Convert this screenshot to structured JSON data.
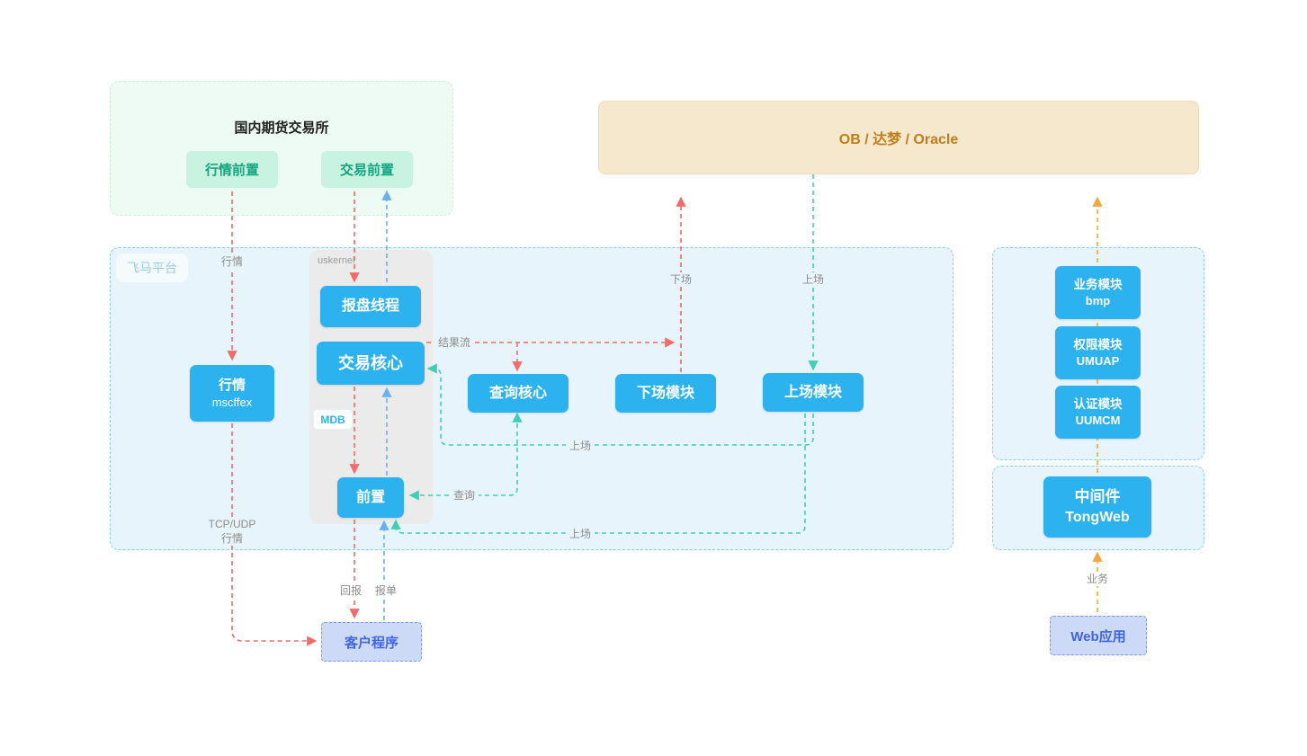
{
  "colors": {
    "node_blue": "#2db2f0",
    "arrow_red": "#f26b6b",
    "arrow_blue": "#68b2f3",
    "arrow_teal": "#3ed0b5",
    "arrow_orange": "#f5a83a",
    "db_text": "#bf7e1c",
    "green_btn_text": "#12a57e",
    "client_text": "#3f66e0"
  },
  "exchange_panel": {
    "title": "国内期货交易所",
    "market_front": "行情前置",
    "trade_front": "交易前置"
  },
  "database_bar": {
    "label": "OB / 达梦 / Oracle"
  },
  "fema_platform": {
    "label": "飞马平台",
    "uskernel_label": "uskernel",
    "mdb_label": "MDB",
    "nodes": {
      "order_thread": "报盘线程",
      "trade_core": "交易核心",
      "front": "前置",
      "market_line1": "行情",
      "market_line2": "mscffex",
      "query_core": "查询核心",
      "offload": "下场模块",
      "onload": "上场模块"
    }
  },
  "right_modules": {
    "bmp_line1": "业务模块",
    "bmp_line2": "bmp",
    "umuap_line1": "权限模块",
    "umuap_line2": "UMUAP",
    "uumcm_line1": "认证模块",
    "uumcm_line2": "UUMCM"
  },
  "middleware": {
    "line1": "中间件",
    "line2": "TongWeb"
  },
  "client_app": {
    "label": "客户程序"
  },
  "web_app": {
    "label": "Web应用"
  },
  "edge_labels": {
    "hangqing_top": "行情",
    "xiachang": "下场",
    "shangchang_db": "上场",
    "jieguoliu": "结果流",
    "shangchang_mid": "上场",
    "chaxun": "查询",
    "shangchang_bottom": "上场",
    "tcpudp": "TCP/UDP",
    "hangqing_bottom": "行情",
    "huibao": "回报",
    "baodan": "报单",
    "yewu": "业务"
  }
}
